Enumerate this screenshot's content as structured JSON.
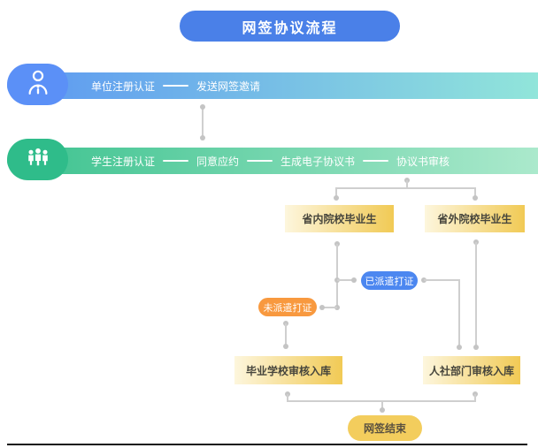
{
  "title": "网签协议流程",
  "lanes": [
    {
      "name": "employer",
      "icon": "user-icon",
      "steps": [
        "单位注册认证",
        "发送网签邀请"
      ]
    },
    {
      "name": "student",
      "icon": "group-icon",
      "steps": [
        "学生注册认证",
        "同意应约",
        "生成电子协议书",
        "协议书审核"
      ]
    }
  ],
  "nodes": {
    "internal_grad": "省内院校毕业生",
    "external_grad": "省外院校毕业生",
    "dispatched": "已派遣打证",
    "undispatched": "未派遣打证",
    "school_review": "毕业学校审核入库",
    "hr_review": "人社部门审核入库",
    "end": "网签结束"
  },
  "colors": {
    "title_bg": "#4a80e8",
    "lane1_badge": "#5b90f7",
    "lane1_start": "#5c97f2",
    "lane1_end": "#91e5da",
    "lane2_badge": "#2fbc8a",
    "lane2_start": "#3cc28f",
    "lane2_end": "#abe9cc",
    "box_start": "#fdf6dd",
    "box_end": "#f1ca55",
    "dispatched_bg": "#4c87f0",
    "undispatched_bg": "#f8993f",
    "end_bg": "#f3cd5d",
    "connector": "#cfcfcf"
  }
}
